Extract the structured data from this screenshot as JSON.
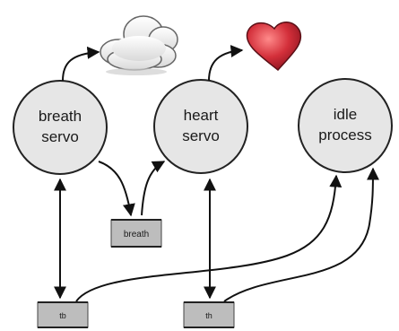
{
  "nodes": {
    "breath_servo": {
      "line1": "breath",
      "line2": "servo"
    },
    "heart_servo": {
      "line1": "heart",
      "line2": "servo"
    },
    "idle_process": {
      "line1": "idle",
      "line2": "process"
    }
  },
  "queues": {
    "breath": "breath",
    "tb": "tb",
    "th": "th"
  },
  "icons": {
    "cloud": "cloud-icon",
    "heart": "heart-icon"
  },
  "colors": {
    "circle_fill": "#e6e6e6",
    "circle_stroke": "#222222",
    "queue_fill": "#bdbdbd",
    "arrow": "#111111",
    "heart_red": "#d32f3a"
  }
}
